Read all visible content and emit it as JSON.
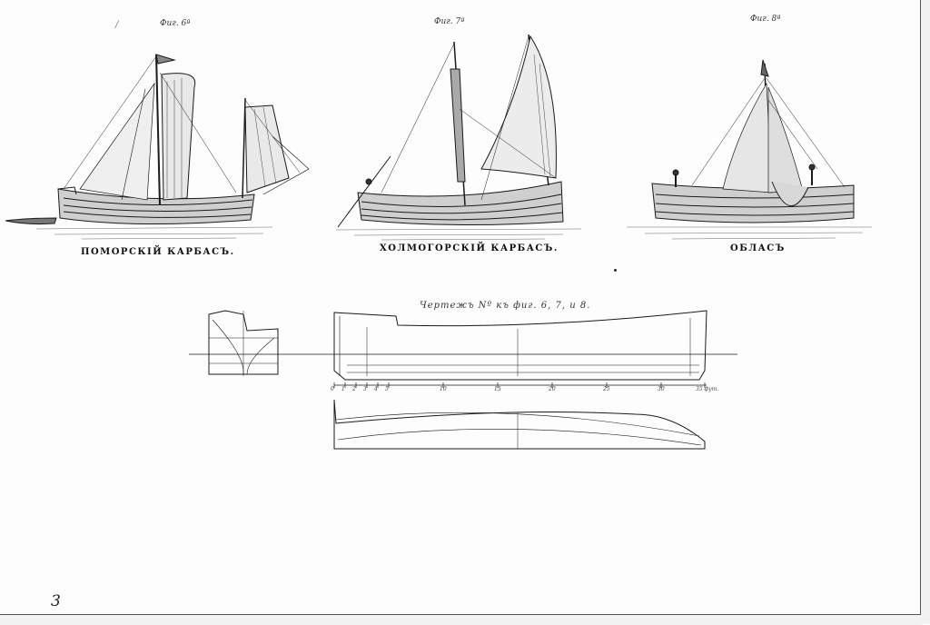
{
  "plate": {
    "top_mark": "/",
    "page_number": "3"
  },
  "figures": [
    {
      "label": "Фиг. 6ª",
      "caption": "ПОМОРСКІЙ КАРБАСЪ."
    },
    {
      "label": "Фиг. 7ª",
      "caption": "ХОЛМОГОРСКІЙ КАРБАСЪ."
    },
    {
      "label": "Фиг. 8ª",
      "caption": "ОБЛАСЪ"
    }
  ],
  "plan": {
    "title": "Чертежъ Nº къ фиг. 6, 7, и 8.",
    "scale_labels": [
      "0",
      "1",
      "2",
      "3",
      "4",
      "5",
      "10",
      "15",
      "20",
      "25",
      "30",
      "35 фут."
    ]
  },
  "colors": {
    "ink": "#1a1a1a",
    "paper": "#fdfdfd",
    "frame": "#555555"
  }
}
